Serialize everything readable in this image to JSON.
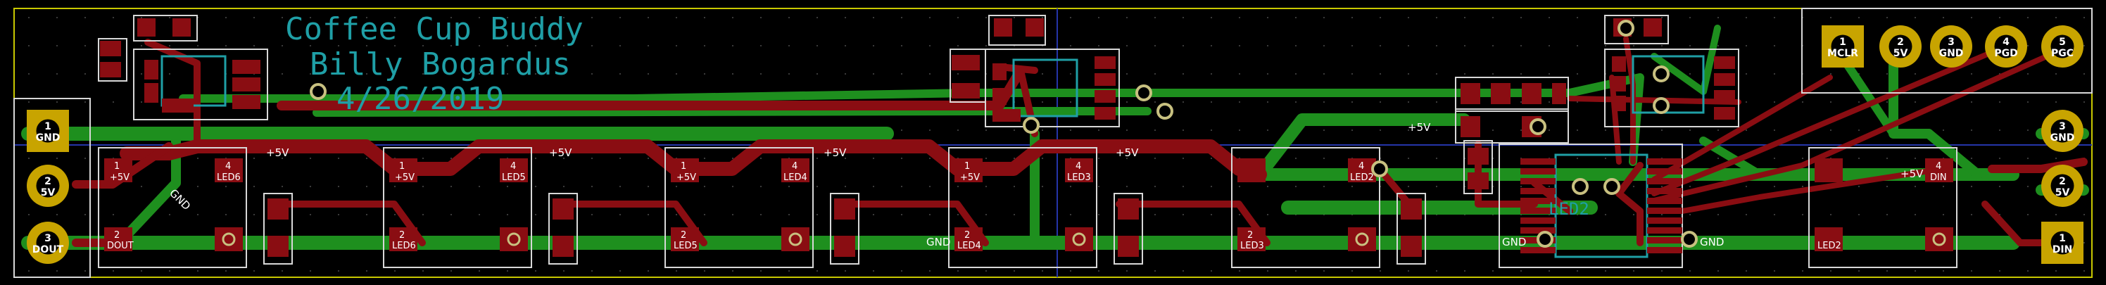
{
  "board": {
    "title_line1": "Coffee Cup Buddy",
    "title_line2": "Billy Bogardus",
    "date": "4/26/2019",
    "colors": {
      "background": "#000000",
      "front_copper": "#8a0d12",
      "back_copper": "#1e8f1e",
      "silkscreen": "#1f9fa6",
      "courtyard": "#d8d8d8",
      "board_edge": "#c8c800",
      "via": "#c8c080",
      "pad_gold": "#c8a400"
    }
  },
  "connectors": {
    "left": [
      {
        "num": "1",
        "name": "GND"
      },
      {
        "num": "2",
        "name": "5V"
      },
      {
        "num": "3",
        "name": "DOUT"
      }
    ],
    "right": [
      {
        "num": "3",
        "name": "GND"
      },
      {
        "num": "2",
        "name": "5V"
      },
      {
        "num": "1",
        "name": "DIN"
      }
    ],
    "top": [
      {
        "num": "1",
        "name": "MCLR"
      },
      {
        "num": "2",
        "name": "5V"
      },
      {
        "num": "3",
        "name": "GND"
      },
      {
        "num": "4",
        "name": "PGD"
      },
      {
        "num": "5",
        "name": "PGC"
      }
    ]
  },
  "leds": [
    {
      "ref": "LED6",
      "p1": "1",
      "p1net": "+5V",
      "p2": "2",
      "p2net": "DOUT",
      "p4": "4"
    },
    {
      "ref": "LED5",
      "p1": "1",
      "p1net": "+5V",
      "p2": "2",
      "p2net": "LED6",
      "p4": "4"
    },
    {
      "ref": "LED4",
      "p1": "1",
      "p1net": "+5V",
      "p2": "2",
      "p2net": "LED5",
      "p4": "4"
    },
    {
      "ref": "LED3",
      "p1": "1",
      "p1net": "+5V",
      "p2": "2",
      "p2net": "LED4",
      "p4": "4"
    },
    {
      "ref": "LED2",
      "p1": "",
      "p1net": "",
      "p2": "2",
      "p2net": "LED3",
      "p4": "4"
    },
    {
      "ref": "",
      "p1": "",
      "p1net": "",
      "p2": "",
      "p2net": "LED2",
      "p4": "4",
      "p4net": "DIN"
    }
  ],
  "nets": {
    "plus5v": "+5V",
    "gnd": "GND",
    "led2": "LED2"
  }
}
